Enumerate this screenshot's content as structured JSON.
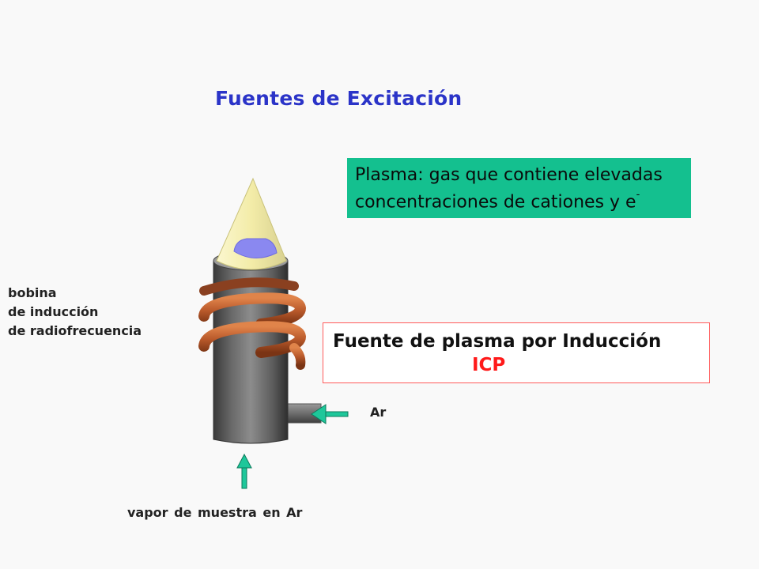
{
  "slide": {
    "title": "Fuentes de Excitación"
  },
  "definition": {
    "line1": "Plasma: gas que contiene elevadas",
    "line2": "concentraciones de cationes y e",
    "superscript": "-",
    "box_color": "#14c08f"
  },
  "icp_box": {
    "line1": "Fuente de plasma por Inducción",
    "line2": "ICP",
    "border_color": "#ff5a5a",
    "accent_color": "#ff1a1a"
  },
  "labels": {
    "coil_line1": "bobina",
    "coil_line2": "de inducción",
    "coil_line3": "de radiofrecuencia",
    "argon": "Ar",
    "sample_vapor": "vapor de muestra en Ar"
  },
  "colors": {
    "title": "#2b34c8",
    "coil": "#b8582a",
    "arrow": "#1ec79a",
    "flame": "#f5f0b0",
    "plasma_core": "#8a88f0"
  }
}
